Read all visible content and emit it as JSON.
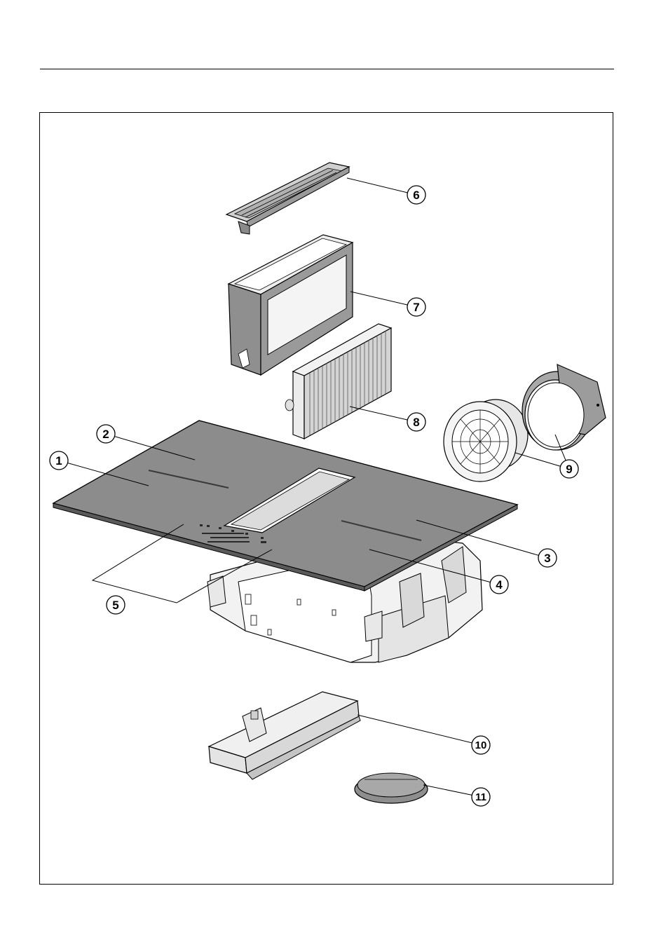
{
  "callouts": [
    {
      "id": "1",
      "label": "1"
    },
    {
      "id": "2",
      "label": "2"
    },
    {
      "id": "3",
      "label": "3"
    },
    {
      "id": "4",
      "label": "4"
    },
    {
      "id": "5",
      "label": "5"
    },
    {
      "id": "6",
      "label": "6"
    },
    {
      "id": "7",
      "label": "7"
    },
    {
      "id": "8",
      "label": "8"
    },
    {
      "id": "9",
      "label": "9"
    },
    {
      "id": "10",
      "label": "10"
    },
    {
      "id": "11",
      "label": "11"
    }
  ],
  "colors": {
    "line": "#000000",
    "glass": "#8c8c8c",
    "body": "#f2f2f2",
    "body_shade": "#d9d9d9",
    "dark": "#555555"
  }
}
